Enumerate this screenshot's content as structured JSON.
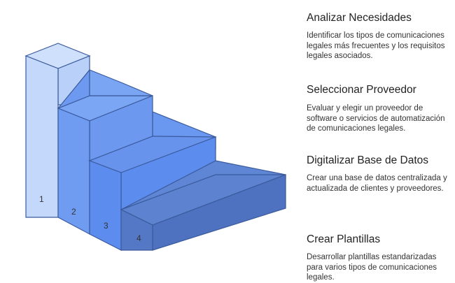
{
  "colors": {
    "step1": "#c4d8fb",
    "step2": "#6f9cf1",
    "step3": "#5b8cee",
    "step4": "#5478c6",
    "outline": "#3a5a9c"
  },
  "steps": [
    {
      "number": "1",
      "title": "Analizar Necesidades",
      "description": "Identificar los tipos de comunicaciones legales más frecuentes y los requisitos legales asociados."
    },
    {
      "number": "2",
      "title": "Seleccionar Proveedor",
      "description": "Evaluar y elegir un proveedor de software o servicios de automatización de comunicaciones legales."
    },
    {
      "number": "3",
      "title": "Digitalizar Base de Datos",
      "description": "Crear una base de datos centralizada y actualizada de clientes y proveedores."
    },
    {
      "number": "4",
      "title": "Crear Plantillas",
      "description": "Desarrollar plantillas estandarizadas para varios tipos de comunicaciones legales."
    }
  ]
}
